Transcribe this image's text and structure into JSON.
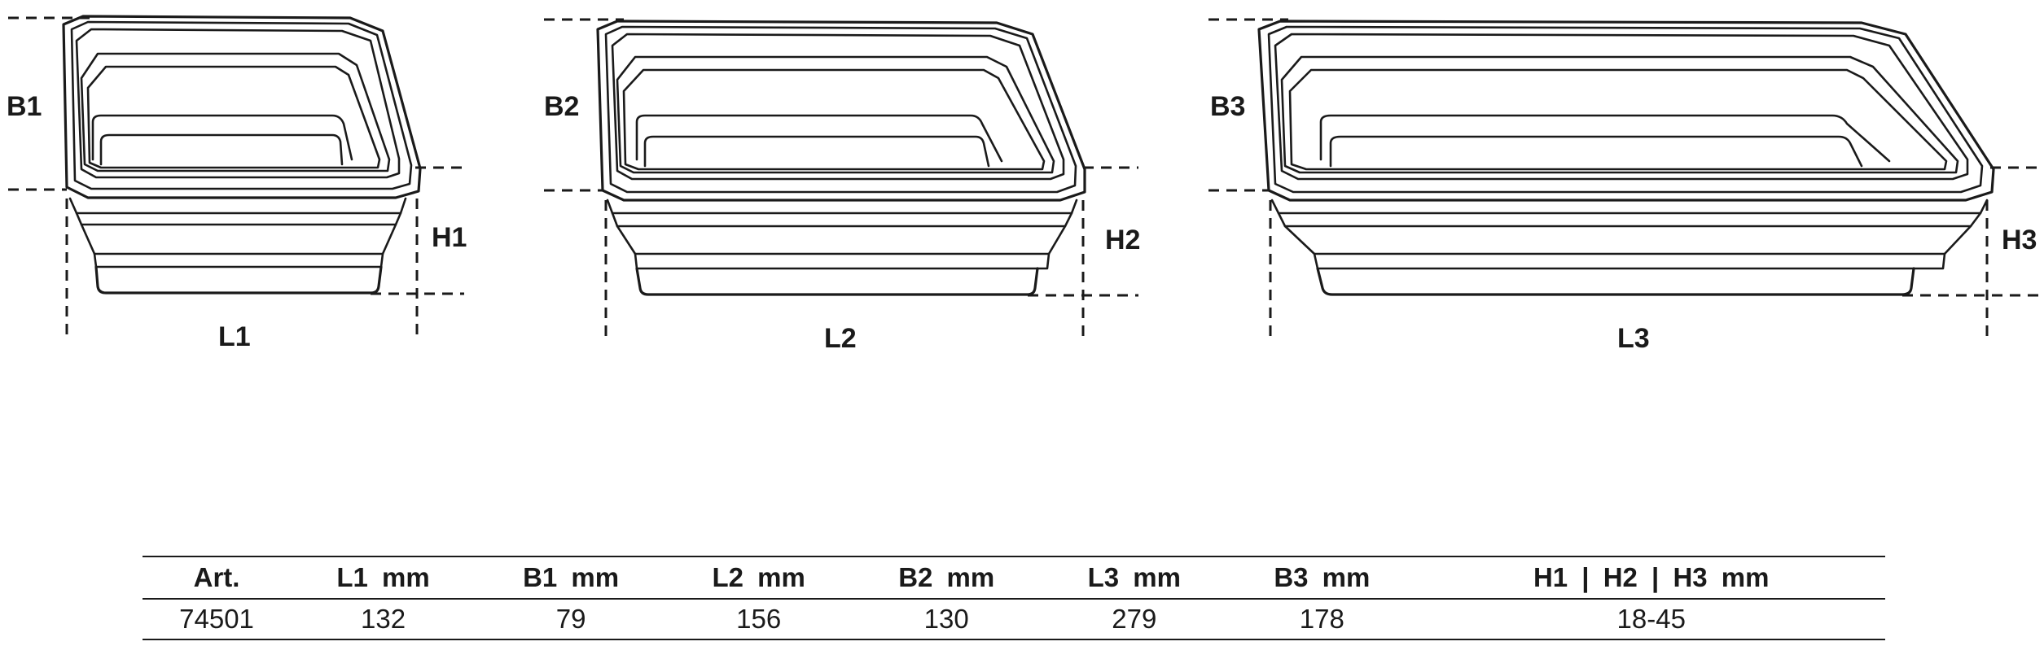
{
  "diagram": {
    "trays": [
      {
        "length_label": "L1",
        "width_label": "B1",
        "height_label": "H1"
      },
      {
        "length_label": "L2",
        "width_label": "B2",
        "height_label": "H2"
      },
      {
        "length_label": "L3",
        "width_label": "B3",
        "height_label": "H3"
      }
    ]
  },
  "table": {
    "headers": [
      "Art.",
      "L1  mm",
      "B1  mm",
      "L2  mm",
      "B2  mm",
      "L3   mm",
      "B3  mm",
      "H1 | H2 | H3  mm"
    ],
    "rows": [
      [
        "74501",
        "132",
        "79",
        "156",
        "130",
        "279",
        "178",
        "18-45"
      ]
    ]
  },
  "colors": {
    "line": "#1a1a1a",
    "background": "#ffffff"
  }
}
